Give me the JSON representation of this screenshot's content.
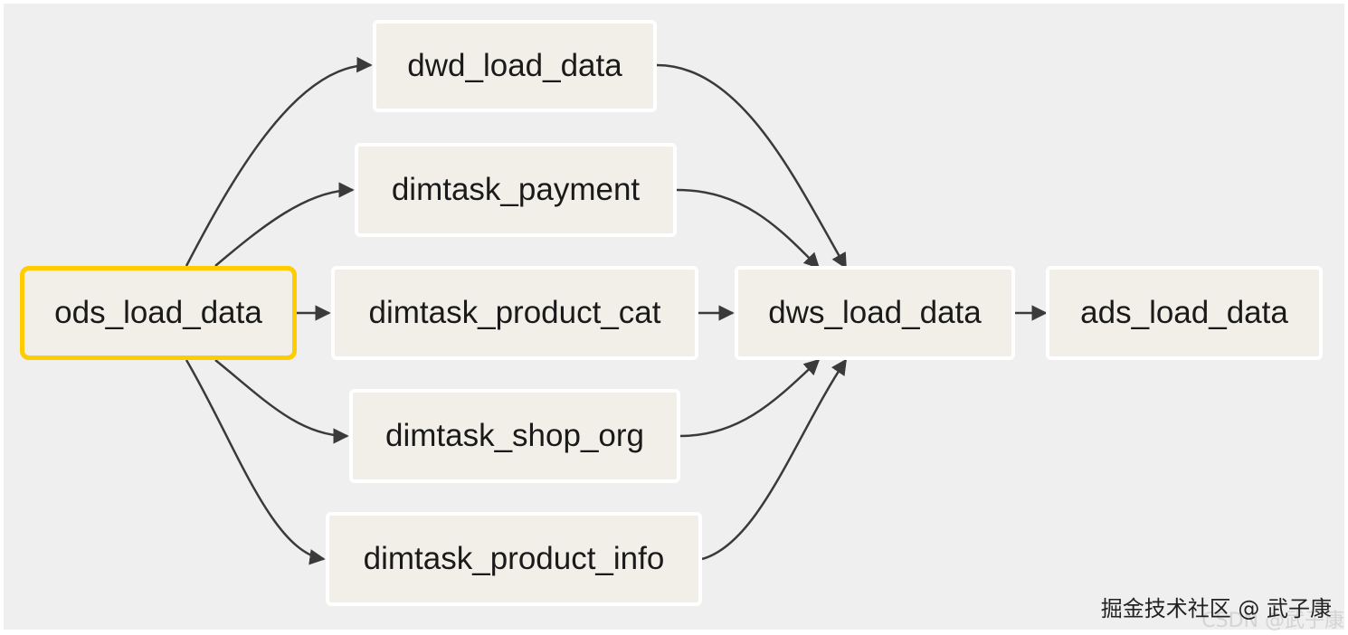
{
  "diagram": {
    "nodes": {
      "ods": {
        "label": "ods_load_data",
        "selected": true
      },
      "dwd": {
        "label": "dwd_load_data"
      },
      "payment": {
        "label": "dimtask_payment"
      },
      "product_cat": {
        "label": "dimtask_product_cat"
      },
      "shop_org": {
        "label": "dimtask_shop_org"
      },
      "product_info": {
        "label": "dimtask_product_info"
      },
      "dws": {
        "label": "dws_load_data"
      },
      "ads": {
        "label": "ads_load_data"
      }
    },
    "edges": [
      {
        "from": "ods",
        "to": "dwd"
      },
      {
        "from": "ods",
        "to": "payment"
      },
      {
        "from": "ods",
        "to": "product_cat"
      },
      {
        "from": "ods",
        "to": "shop_org"
      },
      {
        "from": "ods",
        "to": "product_info"
      },
      {
        "from": "dwd",
        "to": "dws"
      },
      {
        "from": "payment",
        "to": "dws"
      },
      {
        "from": "product_cat",
        "to": "dws"
      },
      {
        "from": "shop_org",
        "to": "dws"
      },
      {
        "from": "product_info",
        "to": "dws"
      },
      {
        "from": "dws",
        "to": "ads"
      }
    ],
    "colors": {
      "node_fill": "#f1efe8",
      "node_border": "#ffffff",
      "selected_border": "#ffcc00",
      "edge": "#3a3a3a",
      "background": "#efefef"
    }
  },
  "watermark": {
    "text": "掘金技术社区 @ 武子康",
    "ghost_text": "CSDN @武子康"
  }
}
